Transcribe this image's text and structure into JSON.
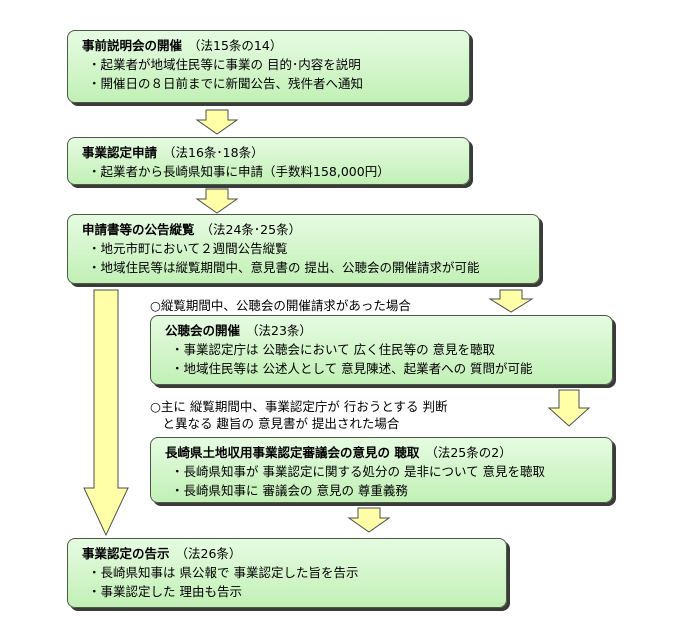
{
  "steps": [
    {
      "title": "事前説明会の開催",
      "law": "（法15条の14）",
      "items": [
        "・起業者が地域住民等に事業の 目的･内容を説明",
        "・開催日の８日前までに新聞公告、残件者へ通知"
      ]
    },
    {
      "title": "事業認定申請",
      "law": "（法16条･18条）",
      "items": [
        "・起業者から長崎県知事に申請（手数料158,000円）"
      ]
    },
    {
      "title": "申請書等の公告縦覧",
      "law": "（法24条･25条）",
      "items": [
        "・地元市町において２週間公告縦覧",
        "・地域住民等は縦覧期間中、意見書の 提出、公聴会の開催請求が可能"
      ]
    },
    {
      "title": "公聴会の開催",
      "law": "（法23条）",
      "items": [
        "・事業認定庁は 公聴会において 広く住民等の 意見を聴取",
        "・地域住民等は 公述人として 意見陳述、起業者への 質問が可能"
      ]
    },
    {
      "title": "長崎県土地収用事業認定審議会の意見の 聴取",
      "law": "（法25条の2）",
      "items": [
        "・長崎県知事が 事業認定に関する処分の 是非について 意見を聴取",
        "・長崎県知事に 審議会の 意見の 尊重義務"
      ]
    },
    {
      "title": "事業認定の告示",
      "law": "（法26条）",
      "items": [
        "・長崎県知事は 県公報で 事業認定した旨を告示",
        "・事業認定した 理由も告示"
      ]
    }
  ],
  "notes": {
    "hearing_condition": "○縦覧期間中、公聴会の開催請求があった場合",
    "council_condition_line1": "○主に 縦覧期間中、事業認定庁が 行おうとする 判断",
    "council_condition_line2": "　と異なる 趣旨の 意見書が 提出された場合"
  }
}
